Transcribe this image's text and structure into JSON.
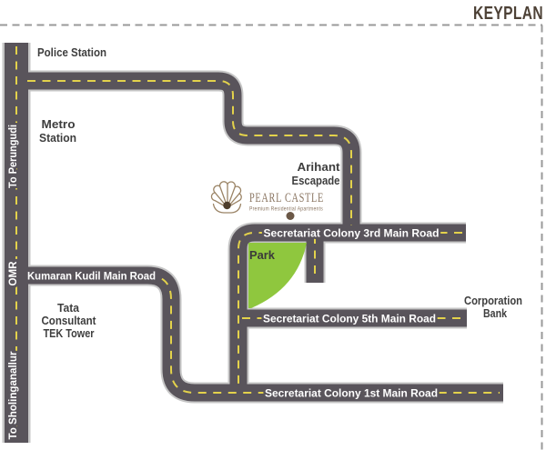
{
  "title": "KEYPLAN",
  "logo": {
    "name": "PEARL CASTLE",
    "tagline": "Premium Residential Apartments"
  },
  "landmarks": {
    "police_station": "Police Station",
    "metro_station": {
      "line1": "Metro",
      "line2": "Station"
    },
    "arihant_escapade": {
      "line1": "Arihant",
      "line2": "Escapade"
    },
    "tata_tek_tower": {
      "line1": "Tata",
      "line2": "Consultant",
      "line3": "TEK Tower"
    },
    "corporation_bank": {
      "line1": "Corporation",
      "line2": "Bank"
    },
    "park": "Park"
  },
  "roads": {
    "omr": {
      "label": "OMR",
      "direction_north": "To Perungudi",
      "direction_south": "To Sholinganallur"
    },
    "kumaran_kudil": "Kumaran Kudil Main Road",
    "secretariat_3rd": "Secretariat Colony 3rd Main Road",
    "secretariat_5th": "Secretariat Colony 5th Main Road",
    "secretariat_1st": "Secretariat Colony 1st Main Road"
  },
  "colors": {
    "road": "#59545b",
    "road_casing": "#c6c6c6",
    "lane_dash": "#e3d24b",
    "park_green": "#8fc73e",
    "label_text": "#3e3e3e",
    "road_label_text": "#ffffff",
    "brand_brown": "#8a7561",
    "keyplan_text": "#4d4136",
    "border_dash": "#9a9a9a",
    "marker_dot": "#6b5847"
  }
}
